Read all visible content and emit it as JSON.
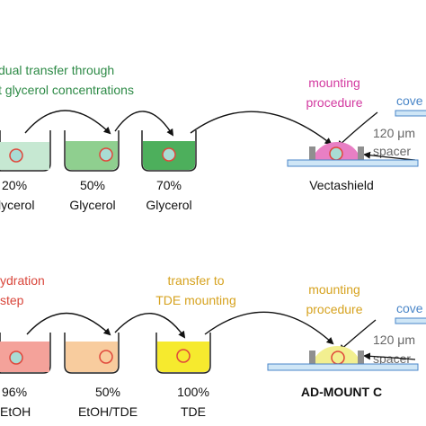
{
  "top": {
    "transfer_note_line1": "dual transfer through",
    "transfer_note_line2": "t glycerol concentrations",
    "mounting_line1": "mounting",
    "mounting_line2": "procedure",
    "cover_label": "cove",
    "spacer_size": "120 μm",
    "spacer_label": "spacer",
    "final_label": "Vectashield",
    "beakers": [
      {
        "pct": "20%",
        "name": "lycerol",
        "color": "#c6e8d2"
      },
      {
        "pct": "50%",
        "name": "Glycerol",
        "color": "#8fcf8f"
      },
      {
        "pct": "70%",
        "name": "Glycerol",
        "color": "#4daf5c"
      }
    ],
    "mount_color": "#e87fc4"
  },
  "bottom": {
    "dehydration_line1": "ydration",
    "dehydration_line2": "step",
    "transfer_line1": "transfer to",
    "transfer_line2": "TDE mounting",
    "mounting_line1": "mounting",
    "mounting_line2": "procedure",
    "cover_label": "cove",
    "spacer_size": "120 μm",
    "spacer_label": "spacer",
    "final_label": "AD-MOUNT C",
    "beakers": [
      {
        "pct": "96%",
        "name": "EtOH",
        "color": "#f4a29a"
      },
      {
        "pct": "50%",
        "name": "EtOH/TDE",
        "color": "#f8cc9e"
      },
      {
        "pct": "100%",
        "name": "TDE",
        "color": "#f6ea2e"
      }
    ],
    "mount_color": "#f2ef90"
  },
  "colors": {
    "glass": "#cfe6f6",
    "glass_edge": "#4a86c8",
    "spacer": "#8f8f8f",
    "cell_ring": "#e0473b",
    "cell_fill": "#a9dcd4",
    "arrow": "#111111"
  }
}
